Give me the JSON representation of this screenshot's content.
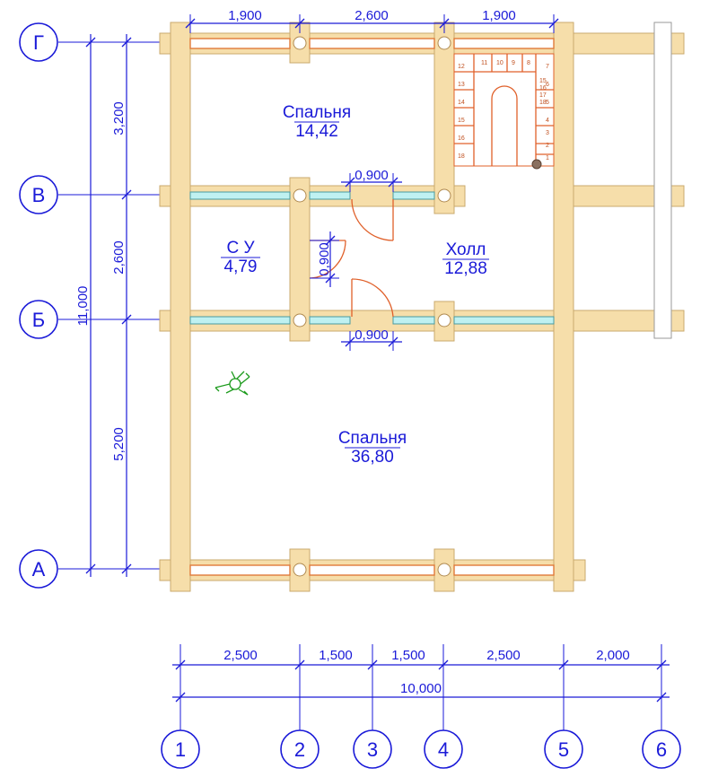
{
  "axes": {
    "rows": [
      "Г",
      "В",
      "Б",
      "А"
    ],
    "cols": [
      "1",
      "2",
      "3",
      "4",
      "5",
      "6"
    ]
  },
  "dims": {
    "top": [
      "1,900",
      "2,600",
      "1,900"
    ],
    "left_inner": [
      "3,200",
      "2,600",
      "5,200"
    ],
    "left_total": "11,000",
    "bottom": [
      "2,500",
      "1,500",
      "1,500",
      "2,500",
      "2,000"
    ],
    "bottom_total": "10,000",
    "doors": [
      "0,900",
      "0,900",
      "0,900"
    ]
  },
  "rooms": [
    {
      "name": "Спальня",
      "area": "14,42"
    },
    {
      "name": "С У",
      "area": "4,79"
    },
    {
      "name": "Холл",
      "area": "12,88"
    },
    {
      "name": "Спальня",
      "area": "36,80"
    }
  ],
  "stairs": {
    "left_steps": [
      "12",
      "13",
      "14",
      "15",
      "16",
      "18"
    ],
    "top_steps": [
      "11",
      "10",
      "9",
      "8"
    ],
    "right_steps": [
      "7",
      "6",
      "5",
      "4",
      "3",
      "2",
      "1"
    ],
    "landing_steps": [
      "15",
      "16",
      "17",
      "18"
    ]
  }
}
